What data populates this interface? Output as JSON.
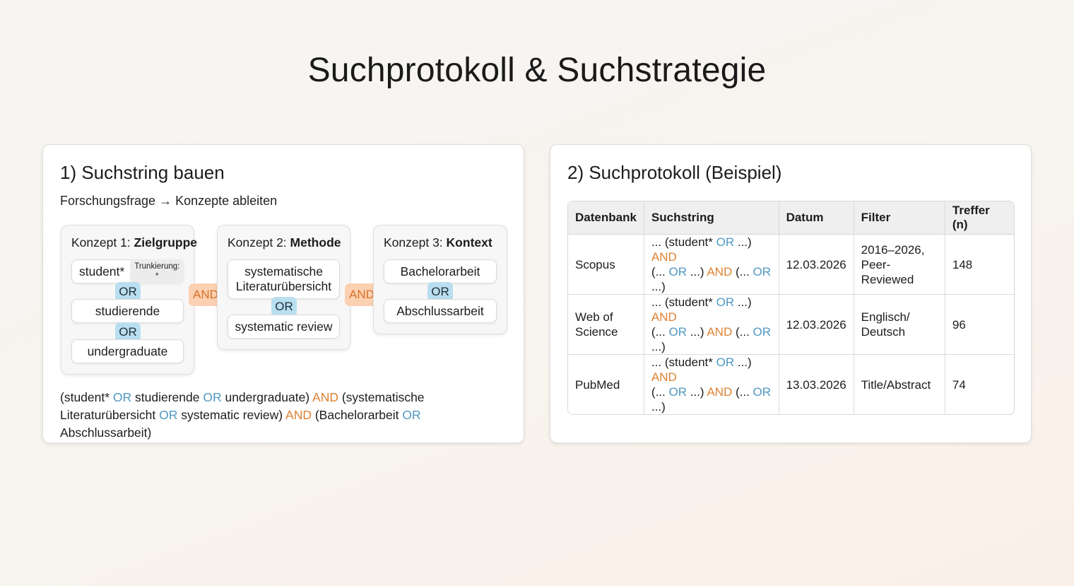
{
  "page": {
    "title": "Suchprotokoll & Suchstrategie"
  },
  "colors": {
    "or": "#4f98c2",
    "and": "#de8131",
    "or_badge_bg": "#b9def0",
    "and_badge_bg": "#fbd1b1"
  },
  "left_panel": {
    "title": "1) Suchstring bauen",
    "subtitle": "Forschungsfrage → Konzepte ableiten",
    "concepts": [
      {
        "prefix": "Konzept 1: ",
        "name": "Zielgruppe",
        "terms": [
          "student*",
          "studierende",
          "undergraduate"
        ],
        "truncation_note": "Trunkierung: *"
      },
      {
        "prefix": "Konzept 2: ",
        "name": "Methode",
        "terms": [
          "systematische Literaturübersicht",
          "systematic review"
        ]
      },
      {
        "prefix": "Konzept 3: ",
        "name": "Kontext",
        "terms": [
          "Bachelorarbeit",
          "Abschlussarbeit"
        ]
      }
    ],
    "or_label": "OR",
    "and_label": "AND",
    "boolean_string": {
      "parts": [
        {
          "t": "(student* "
        },
        {
          "op": "OR"
        },
        {
          "t": " studierende "
        },
        {
          "op": "OR"
        },
        {
          "t": " undergraduate) "
        },
        {
          "op": "AND"
        },
        {
          "t": " (systematische Literaturübersicht "
        },
        {
          "op": "OR"
        },
        {
          "t": " systematic review) "
        },
        {
          "op": "AND"
        },
        {
          "t": " (Bachelorarbeit "
        },
        {
          "op": "OR"
        },
        {
          "t": " Abschlussarbeit)"
        }
      ]
    }
  },
  "right_panel": {
    "title": "2) Suchprotokoll (Beispiel)",
    "table": {
      "columns": [
        "Datenbank",
        "Suchstring",
        "Datum",
        "Filter",
        "Treffer (n)"
      ],
      "rows": [
        {
          "database": "Scopus",
          "search_line1": "... (student* OR ...) AND",
          "search_line2": "(... OR ...) AND (... OR ...)",
          "date": "12.03.2026",
          "filter": "2016–2026, Peer-Reviewed",
          "hits": "148"
        },
        {
          "database": "Web of Science",
          "search_line1": "... (student* OR ...) AND",
          "search_line2": "(... OR ...) AND (... OR ...)",
          "date": "12.03.2026",
          "filter": "Englisch/ Deutsch",
          "hits": "96"
        },
        {
          "database": "PubMed",
          "search_line1": "... (student* OR ...) AND",
          "search_line2": "(... OR ...) AND (... OR ...)",
          "date": "13.03.2026",
          "filter": "Title/Abstract",
          "hits": "74"
        }
      ]
    }
  }
}
